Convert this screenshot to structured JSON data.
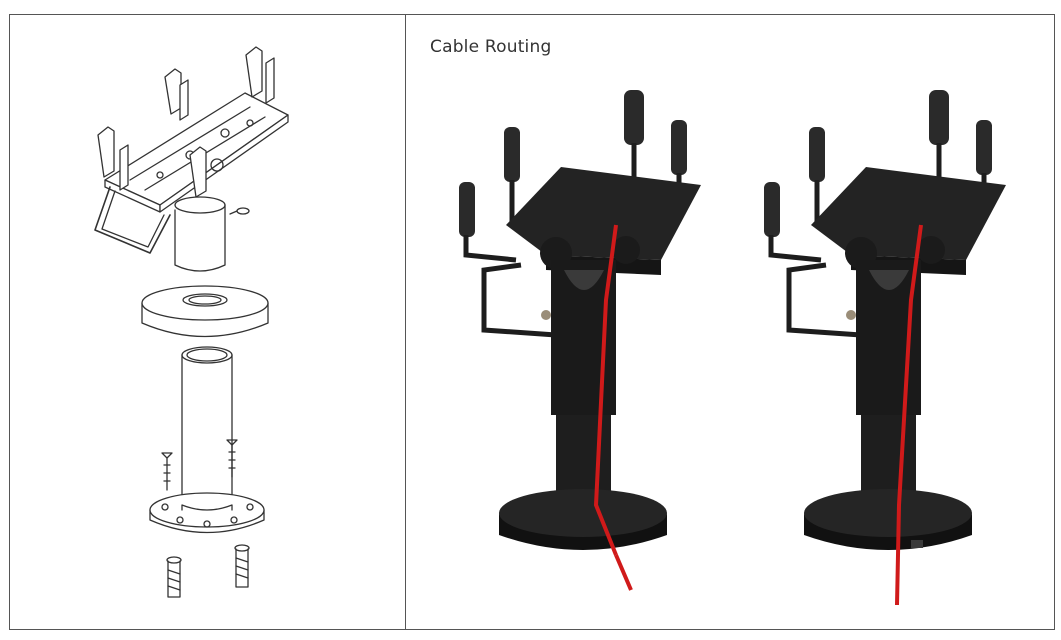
{
  "right_panel": {
    "title": "Cable Routing"
  },
  "colors": {
    "cable": "#d01a1a",
    "stand": "#1d1d1d",
    "border": "#555555",
    "line_art": "#333333"
  },
  "illustrations": {
    "left": "exploded-line-drawing-terminal-stand",
    "right_a": "stand-cable-exit-side",
    "right_b": "stand-cable-exit-bottom"
  }
}
